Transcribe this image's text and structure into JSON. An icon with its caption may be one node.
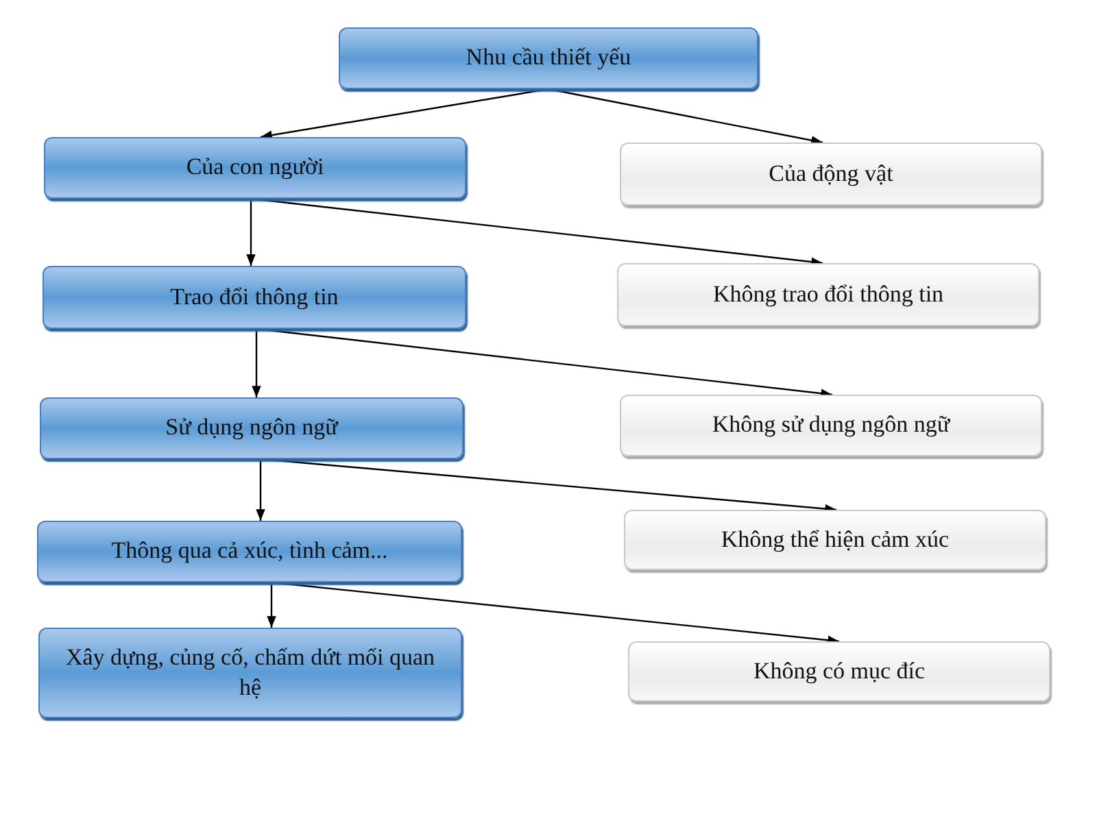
{
  "diagram": {
    "nodes": [
      {
        "text": [
          "Nhu cầu thiết yếu"
        ]
      },
      {
        "text": [
          "Của con người"
        ]
      },
      {
        "text": [
          "Của động vật"
        ]
      },
      {
        "text": [
          "Trao đổi thông tin"
        ]
      },
      {
        "text": [
          "Không trao đổi thông tin"
        ]
      },
      {
        "text": [
          "Sử dụng ngôn ngữ"
        ]
      },
      {
        "text": [
          "Không sử dụng ngôn ngữ"
        ]
      },
      {
        "text": [
          "Thông qua cả xúc, tình cảm..."
        ]
      },
      {
        "text": [
          "Không thể hiện cảm xúc"
        ]
      },
      {
        "text": [
          "Xây dựng, củng cố, chấm dứt mối quan hệ"
        ]
      },
      {
        "text": [
          "Không có mục đíc"
        ]
      }
    ],
    "edges": [
      {
        "from": 0,
        "to": 1,
        "arrow": "to"
      },
      {
        "from": 0,
        "to": 2,
        "arrow": "to"
      },
      {
        "from": 1,
        "to": 3,
        "arrow": "to"
      },
      {
        "from": 1,
        "to": 4,
        "arrow": "to"
      },
      {
        "from": 3,
        "to": 5,
        "arrow": "to"
      },
      {
        "from": 3,
        "to": 6,
        "arrow": "to"
      },
      {
        "from": 5,
        "to": 7,
        "arrow": "to"
      },
      {
        "from": 5,
        "to": 8,
        "arrow": "to"
      },
      {
        "from": 7,
        "to": 9,
        "arrow": "to"
      },
      {
        "from": 7,
        "to": 10,
        "arrow": "to"
      }
    ]
  }
}
